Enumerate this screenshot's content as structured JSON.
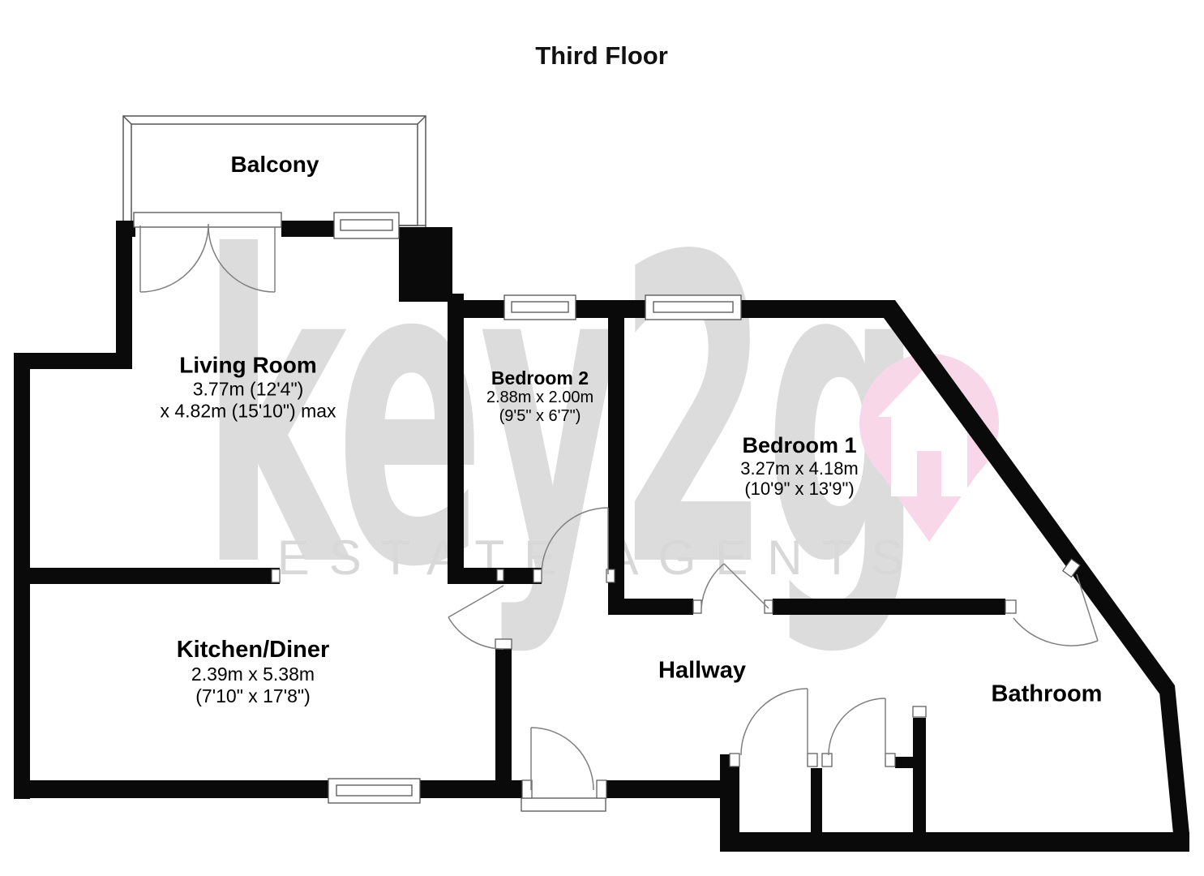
{
  "page": {
    "title": "Third Floor"
  },
  "watermark": {
    "brand_text": "key2g",
    "tagline": "ESTATE AGENTS",
    "text_color": "#dcdcdc",
    "tagline_color": "#d8d8d8",
    "pin_color": "#f8d7e8",
    "icon": "location-pin-with-house"
  },
  "rooms": {
    "balcony": {
      "name": "Balcony"
    },
    "living_room": {
      "name": "Living Room",
      "dim_metric": "3.77m (12'4\")",
      "dim_imperial": "x 4.82m (15'10\") max"
    },
    "bedroom2": {
      "name": "Bedroom 2",
      "dim_metric": "2.88m x 2.00m",
      "dim_imperial": "(9'5\" x 6'7\")"
    },
    "bedroom1": {
      "name": "Bedroom 1",
      "dim_metric": "3.27m x 4.18m",
      "dim_imperial": "(10'9\" x 13'9\")"
    },
    "kitchen": {
      "name": "Kitchen/Diner",
      "dim_metric": "2.39m x 5.38m",
      "dim_imperial": "(7'10\" x 17'8\")"
    },
    "hallway": {
      "name": "Hallway"
    },
    "bathroom": {
      "name": "Bathroom"
    }
  },
  "colors": {
    "wall": "#0a0a0a",
    "door_line": "#808080",
    "background": "#ffffff"
  }
}
